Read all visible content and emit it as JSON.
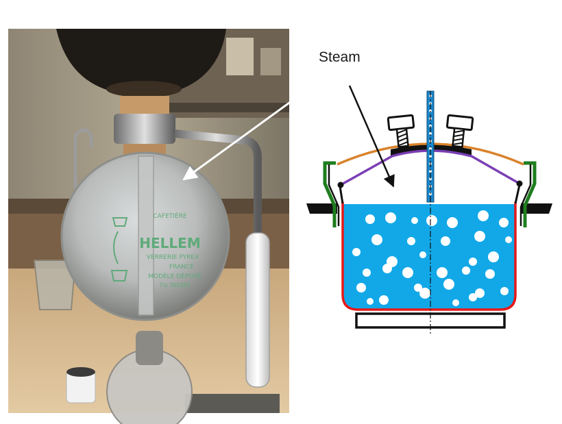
{
  "annotation": {
    "label": "Steam"
  },
  "photo": {
    "brand_lines": [
      "CAFETIÈRE",
      "HELLEM",
      "VERRERIE PYREX",
      "FRANCE",
      "MODÈLE DÉPOSÉ",
      "7½ TASSES"
    ]
  },
  "colors": {
    "water": "#12a8e8",
    "pot_outline": "#e61919",
    "inner_lid": "#7a3fb5",
    "outer_lid": "#d9822b",
    "handle_clip": "#1e7d1e",
    "center_tube": "#1b86c9",
    "arrow": "#111111"
  }
}
